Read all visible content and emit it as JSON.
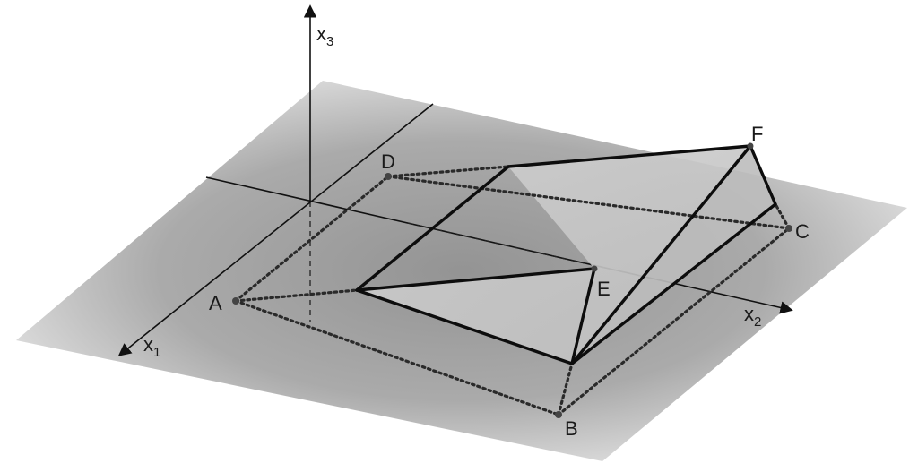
{
  "points": {
    "A": "A",
    "B": "B",
    "C": "C",
    "D": "D",
    "E": "E",
    "F": "F"
  },
  "axes": {
    "x1": {
      "base": "x",
      "sub": "1"
    },
    "x2": {
      "base": "x",
      "sub": "2"
    },
    "x3": {
      "base": "x",
      "sub": "3"
    }
  },
  "colors": {
    "plane": "#8c8c8c",
    "roof_face": "#c9c9c9",
    "lines": "#111111"
  }
}
